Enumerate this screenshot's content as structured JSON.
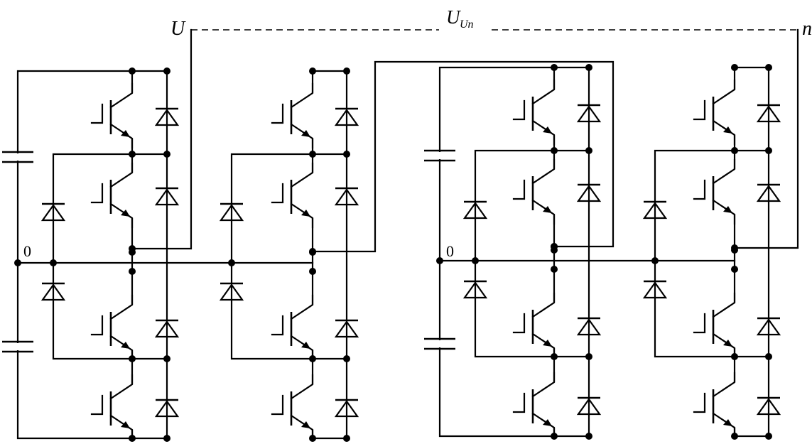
{
  "labels": {
    "terminal_u": "U",
    "voltage": "U",
    "voltage_sub": "Un",
    "terminal_n": "n",
    "neutral_left": "0",
    "neutral_right": "0"
  },
  "colors": {
    "ink": "#000000",
    "background": "#ffffff"
  },
  "components": {
    "modules": 2,
    "switches_per_leg": 4,
    "legs_per_module": 2,
    "clamp_diodes_per_leg": 2,
    "capacitors_per_module": 2
  }
}
